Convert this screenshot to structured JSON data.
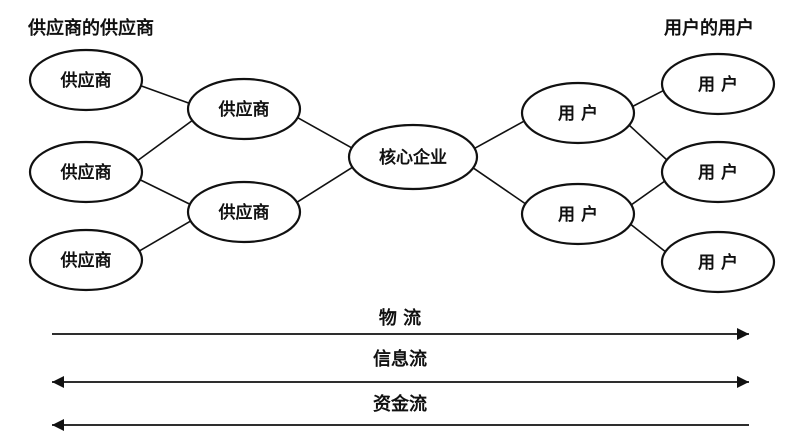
{
  "headings": {
    "left": "供应商的供应商",
    "right": "用户的用户"
  },
  "nodes": [
    {
      "id": "s1",
      "label": "供应商"
    },
    {
      "id": "s2",
      "label": "供应商"
    },
    {
      "id": "s3",
      "label": "供应商"
    },
    {
      "id": "s4",
      "label": "供应商"
    },
    {
      "id": "s5",
      "label": "供应商"
    },
    {
      "id": "core",
      "label": "核心企业"
    },
    {
      "id": "u1",
      "label": "用 户"
    },
    {
      "id": "u2",
      "label": "用 户"
    },
    {
      "id": "u3",
      "label": "用 户"
    },
    {
      "id": "u4",
      "label": "用 户"
    },
    {
      "id": "u5",
      "label": "用 户"
    }
  ],
  "edges": [
    {
      "from": "s1",
      "to": "s4"
    },
    {
      "from": "s2",
      "to": "s4"
    },
    {
      "from": "s2",
      "to": "s5"
    },
    {
      "from": "s3",
      "to": "s5"
    },
    {
      "from": "s4",
      "to": "core"
    },
    {
      "from": "s5",
      "to": "core"
    },
    {
      "from": "core",
      "to": "u1"
    },
    {
      "from": "core",
      "to": "u2"
    },
    {
      "from": "u1",
      "to": "u3"
    },
    {
      "from": "u1",
      "to": "u4"
    },
    {
      "from": "u2",
      "to": "u4"
    },
    {
      "from": "u2",
      "to": "u5"
    }
  ],
  "flows": [
    {
      "label": "物 流",
      "direction": "right"
    },
    {
      "label": "信息流",
      "direction": "both"
    },
    {
      "label": "资金流",
      "direction": "left"
    }
  ]
}
